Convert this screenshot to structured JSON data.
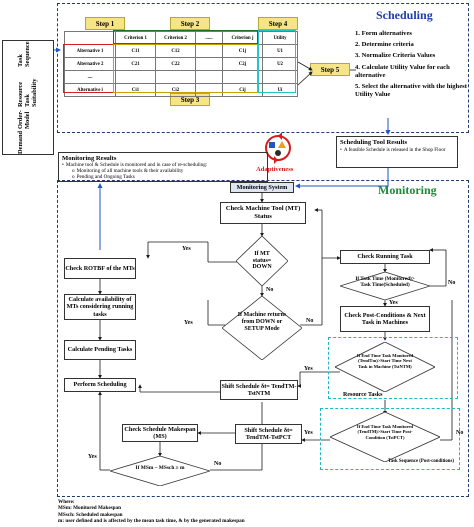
{
  "side_label": [
    "Demand",
    "Order-Model",
    "Resource Task Suitability",
    "Task Sequence"
  ],
  "scheduling": {
    "title": "Scheduling",
    "steps": [
      "Step 1",
      "Step 2",
      "Step 3",
      "Step 4",
      "Step 5"
    ],
    "table_headers": [
      "Criterion 1",
      "Criterion 2",
      "......",
      "Criterion j",
      "Utility"
    ],
    "rows": [
      {
        "label": "Alternative 1",
        "cells": [
          "C11",
          "C12",
          "",
          "C1j",
          "U1"
        ]
      },
      {
        "label": "Alternative 2",
        "cells": [
          "C21",
          "C22",
          "",
          "C2j",
          "U2"
        ]
      },
      {
        "label": "....",
        "cells": [
          "",
          "",
          "",
          "",
          ""
        ]
      },
      {
        "label": "Alternative i",
        "cells": [
          "Ci1",
          "Ci2",
          "",
          "Cij",
          "Ui"
        ]
      }
    ],
    "list": [
      "1. Form alternatives",
      "2. Determine criteria",
      "3. Normalize Criteria Values",
      "4. Calculate Utility Value for each alternative",
      "5. Select the alternative with the highest Utility Value"
    ]
  },
  "tool_results": {
    "title": "Scheduling Tool Results",
    "bullet": "A feasible Schedule is released in the Shop Floor"
  },
  "adaptiveness": "Adaptiveness",
  "monitoring_results": {
    "title": "Monitoring Results",
    "bullet": "Machine tool & Schedule is monitored and in case of re-scheduling:",
    "sub": [
      "Monitoring of all machine tools & their availability",
      "Pending and Ongoing Tasks"
    ]
  },
  "monitoring": {
    "title": "Monitoring",
    "system": "Monitoring System",
    "check_mt": "Check Machine Tool (MT) Status",
    "if_down": "If MT status= DOWN",
    "if_returns": "If Machine returns from DOWN or SETUP Mode",
    "check_rotbf": "Check ROTBF of the MTs",
    "calc_avail": "Calculate availability of MTs considering running tasks",
    "calc_pending": "Calculate Pending Tasks",
    "perform": "Perform Scheduling",
    "check_running": "Check Running Task",
    "if_task_time": "If Task Time (Monitored)> Task Time(Scheduled)",
    "check_post": "Check Post-Conditions & Next Task in Machines",
    "if_end1": "If End Time Task Monitored (TendTm)>Start Time Next Task in Machine (TstNTM)",
    "resource_tasks": "Resource Tasks",
    "shift1": "Shift Schedule δt= TendTM-TstNTM",
    "if_end2": "If End Time Task Monitored (TendTM)>Start Time Post-Condition (TstPCT)",
    "task_seq": "Task Sequence (Post-conditions)",
    "shift2": "Shift Schedule δt= TendTM-TstPCT",
    "check_ms": "Check Schedule Makespan (MS)",
    "if_ms": "If MSm – MSsch ≥ m",
    "yes": "Yes",
    "no": "No"
  },
  "where": {
    "title": "Where:",
    "lines": [
      "MSm: Monitored Makespan",
      "MSsch: Scheduled makespan",
      "m: user defined and is affected by the mean task time, & by the generated makespan"
    ]
  }
}
